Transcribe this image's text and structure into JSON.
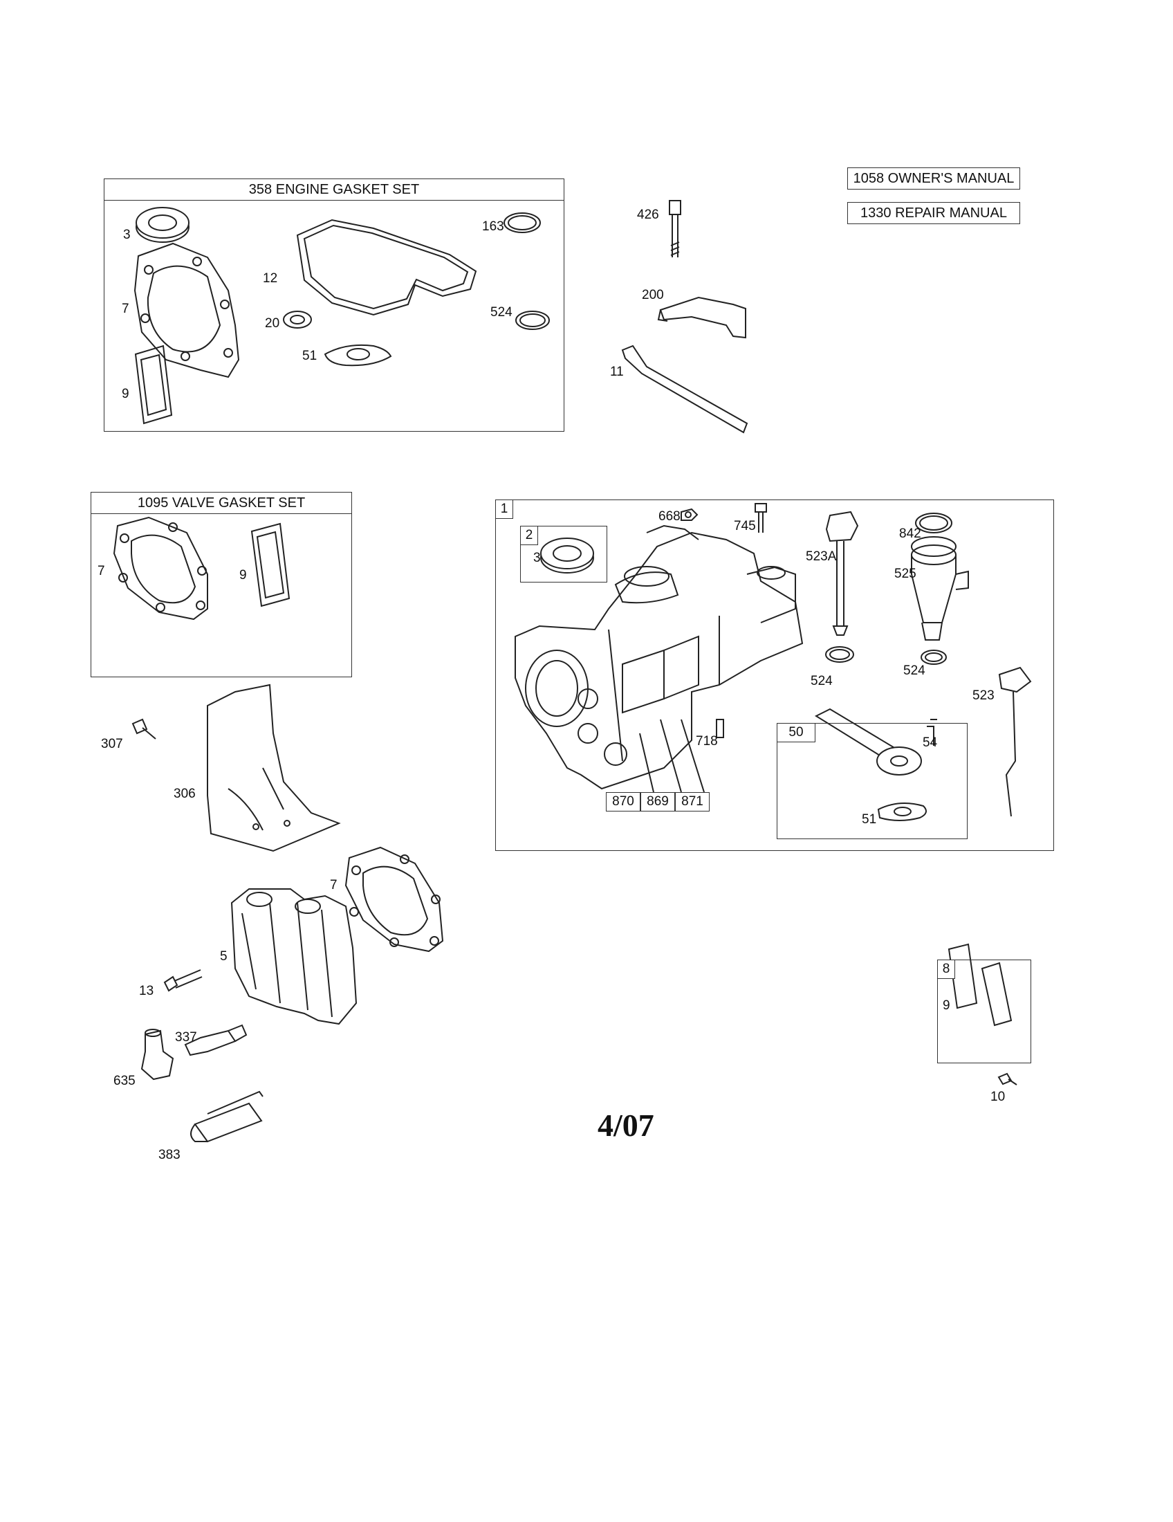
{
  "manuals": {
    "owners": "1058 OWNER'S MANUAL",
    "repair": "1330 REPAIR MANUAL"
  },
  "engine_gasket_set": {
    "title": "358 ENGINE GASKET SET",
    "labels": {
      "p3": "3",
      "p7": "7",
      "p9": "9",
      "p12": "12",
      "p20": "20",
      "p51": "51",
      "p163": "163",
      "p524": "524"
    }
  },
  "valve_gasket_set": {
    "title": "1095 VALVE GASKET SET",
    "labels": {
      "p7": "7",
      "p9": "9"
    }
  },
  "top_parts": {
    "p426": "426",
    "p200": "200",
    "p11": "11"
  },
  "crankcase_assembly": {
    "tag": "1",
    "sub_tag": "2",
    "labels": {
      "p3": "3",
      "p668": "668",
      "p745": "745",
      "p523A": "523A",
      "p842": "842",
      "p525": "525",
      "p524a": "524",
      "p524b": "524",
      "p523": "523",
      "p718": "718",
      "p870": "870",
      "p869": "869",
      "p871": "871"
    },
    "breather": {
      "tag": "50",
      "p54": "54",
      "p51": "51"
    }
  },
  "left_parts": {
    "p307": "307",
    "p306": "306",
    "p7": "7",
    "p5": "5",
    "p13": "13",
    "p337": "337",
    "p635": "635",
    "p383": "383"
  },
  "valve_cover": {
    "tag": "8",
    "p9": "9",
    "p10": "10"
  },
  "footer": {
    "date": "4/07"
  }
}
